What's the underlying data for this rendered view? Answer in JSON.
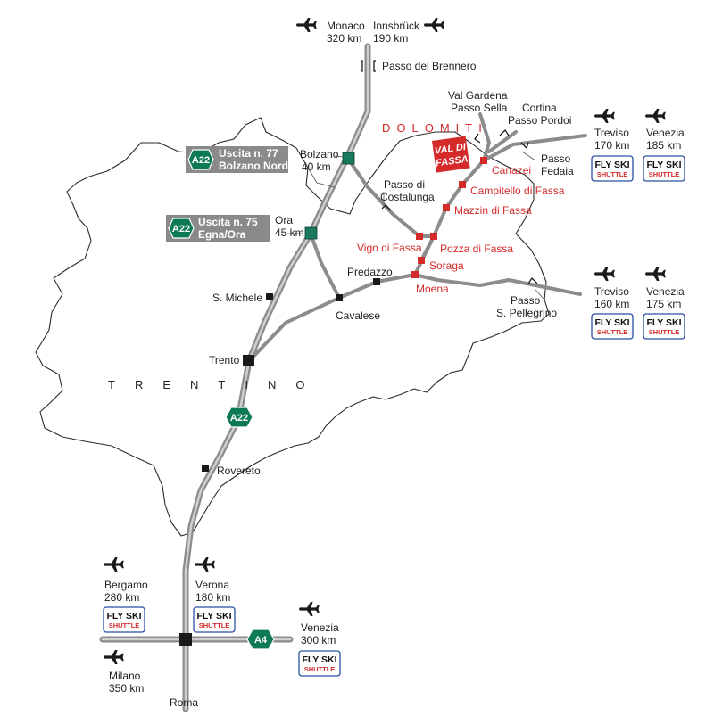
{
  "colors": {
    "road": "#8c8c8c",
    "fassa_red": "#d42a2a",
    "junction_green": "#1a7a5e",
    "highway_shield": "#0e7a55",
    "exit_box": "#8a8a8a",
    "fly_border": "#2b4fa2"
  },
  "regions": {
    "dolomiti": "DOLOMITI",
    "trentino": "TRENTINO"
  },
  "logo": {
    "line1": "VAL DI",
    "line2": "FASSA"
  },
  "highways": {
    "a22": "A22",
    "a4": "A4"
  },
  "exits": [
    {
      "badge": "A22",
      "line1": "Uscita n. 77",
      "line2": "Bolzano Nord"
    },
    {
      "badge": "A22",
      "line1": "Uscita n. 75",
      "line2": "Egna/Ora"
    }
  ],
  "towns": {
    "bolzano": [
      "Bolzano",
      "40 km"
    ],
    "ora": [
      "Ora",
      "45 km"
    ],
    "s_michele": "S. Michele",
    "cavalese": "Cavalese",
    "predazzo": "Predazzo",
    "trento": "Trento",
    "rovereto": "Rovereto",
    "roma": "Roma",
    "milano": [
      "Milano",
      "350 km"
    ]
  },
  "fassa_towns": {
    "canazei": "Canazei",
    "campitello": "Campitello di Fassa",
    "mazzin": "Mazzin di Fassa",
    "vigo": "Vigo di Fassa",
    "pozza": "Pozza di Fassa",
    "soraga": "Soraga",
    "moena": "Moena"
  },
  "passes": {
    "brennero": "Passo del Brennero",
    "gardena_sella": [
      "Val Gardena",
      "Passo Sella"
    ],
    "cortina_pordoi": [
      "Cortina",
      "Passo Pordoi"
    ],
    "fedaia": [
      "Passo",
      "Fedaia"
    ],
    "costalunga": [
      "Passo di",
      "Costalunga"
    ],
    "pellegrino": [
      "Passo",
      "S. Pellegrino"
    ]
  },
  "airports": {
    "monaco": [
      "Monaco",
      "320 km"
    ],
    "innsbruck": [
      "Innsbrück",
      "190 km"
    ],
    "treviso_n": [
      "Treviso",
      "170 km"
    ],
    "venezia_n": [
      "Venezia",
      "185 km"
    ],
    "treviso_s": [
      "Treviso",
      "160 km"
    ],
    "venezia_s": [
      "Venezia",
      "175 km"
    ],
    "bergamo": [
      "Bergamo",
      "280 km"
    ],
    "verona": [
      "Verona",
      "180 km"
    ],
    "venezia_a4": [
      "Venezia",
      "300 km"
    ]
  },
  "fly_ski": {
    "line1": "FLY SKI",
    "line2": "SHUTTLE"
  }
}
